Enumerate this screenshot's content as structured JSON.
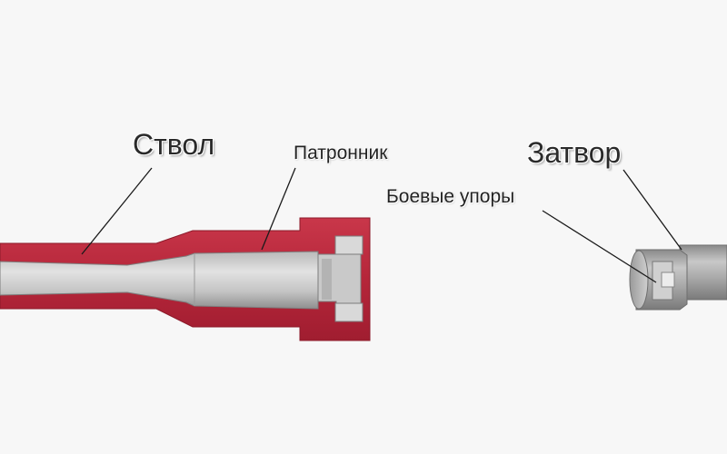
{
  "labels": {
    "barrel": "Ствол",
    "chamber": "Патронник",
    "bolt": "Затвор",
    "locking_lugs": "Боевые упоры"
  },
  "colors": {
    "background": "#f7f7f7",
    "barrel_red": "#b8283c",
    "steel_light": "#d7d7d7",
    "steel_dark": "#8e8e8e",
    "leader_line": "#1a1a1a"
  }
}
